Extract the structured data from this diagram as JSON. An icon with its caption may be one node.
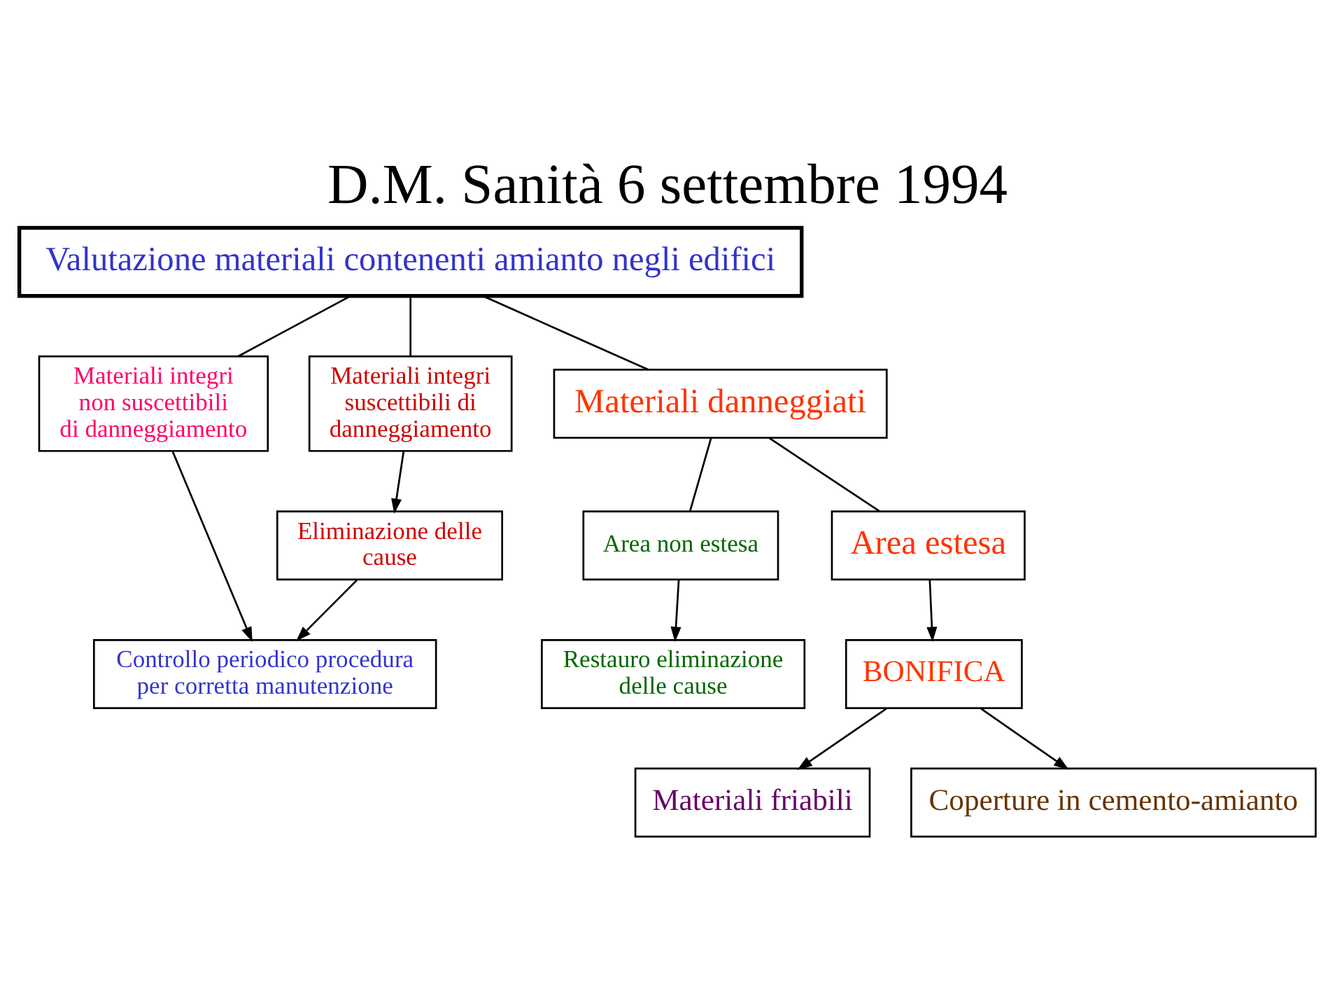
{
  "diagram": {
    "title": "D.M. Sanità 6 settembre 1994",
    "nodes": [
      {
        "text": [
          "Valutazione materiali contenenti amianto negli edifici"
        ]
      },
      {
        "text": [
          "Materiali integri non suscettibili di danneggiamento"
        ]
      },
      {
        "text": [
          "Materiali integri suscettibili di danneggiamento"
        ]
      },
      {
        "text": [
          "Materiali danneggiati"
        ]
      },
      {
        "text": [
          "Eliminazione delle cause"
        ]
      },
      {
        "text": [
          "Area non estesa"
        ]
      },
      {
        "text": [
          "Area estesa"
        ]
      },
      {
        "text": [
          "Controllo periodico procedura per corretta manutenzione"
        ]
      },
      {
        "text": [
          "Restauro eliminazione delle cause"
        ]
      },
      {
        "text": [
          "BONIFICA"
        ]
      },
      {
        "text": [
          "Materiali friabili"
        ]
      },
      {
        "text": [
          "Coperture in cemento-amianto"
        ]
      }
    ],
    "edges": [
      {
        "from": 0,
        "to": 1,
        "arrow": "none"
      },
      {
        "from": 0,
        "to": 2,
        "arrow": "none"
      },
      {
        "from": 0,
        "to": 3,
        "arrow": "none"
      },
      {
        "from": 1,
        "to": 7,
        "arrow": "to"
      },
      {
        "from": 2,
        "to": 4,
        "arrow": "to"
      },
      {
        "from": 4,
        "to": 7,
        "arrow": "to"
      },
      {
        "from": 3,
        "to": 5,
        "arrow": "none"
      },
      {
        "from": 3,
        "to": 6,
        "arrow": "none"
      },
      {
        "from": 5,
        "to": 8,
        "arrow": "to"
      },
      {
        "from": 6,
        "to": 9,
        "arrow": "to"
      },
      {
        "from": 9,
        "to": 10,
        "arrow": "to"
      },
      {
        "from": 9,
        "to": 11,
        "arrow": "to"
      }
    ]
  }
}
